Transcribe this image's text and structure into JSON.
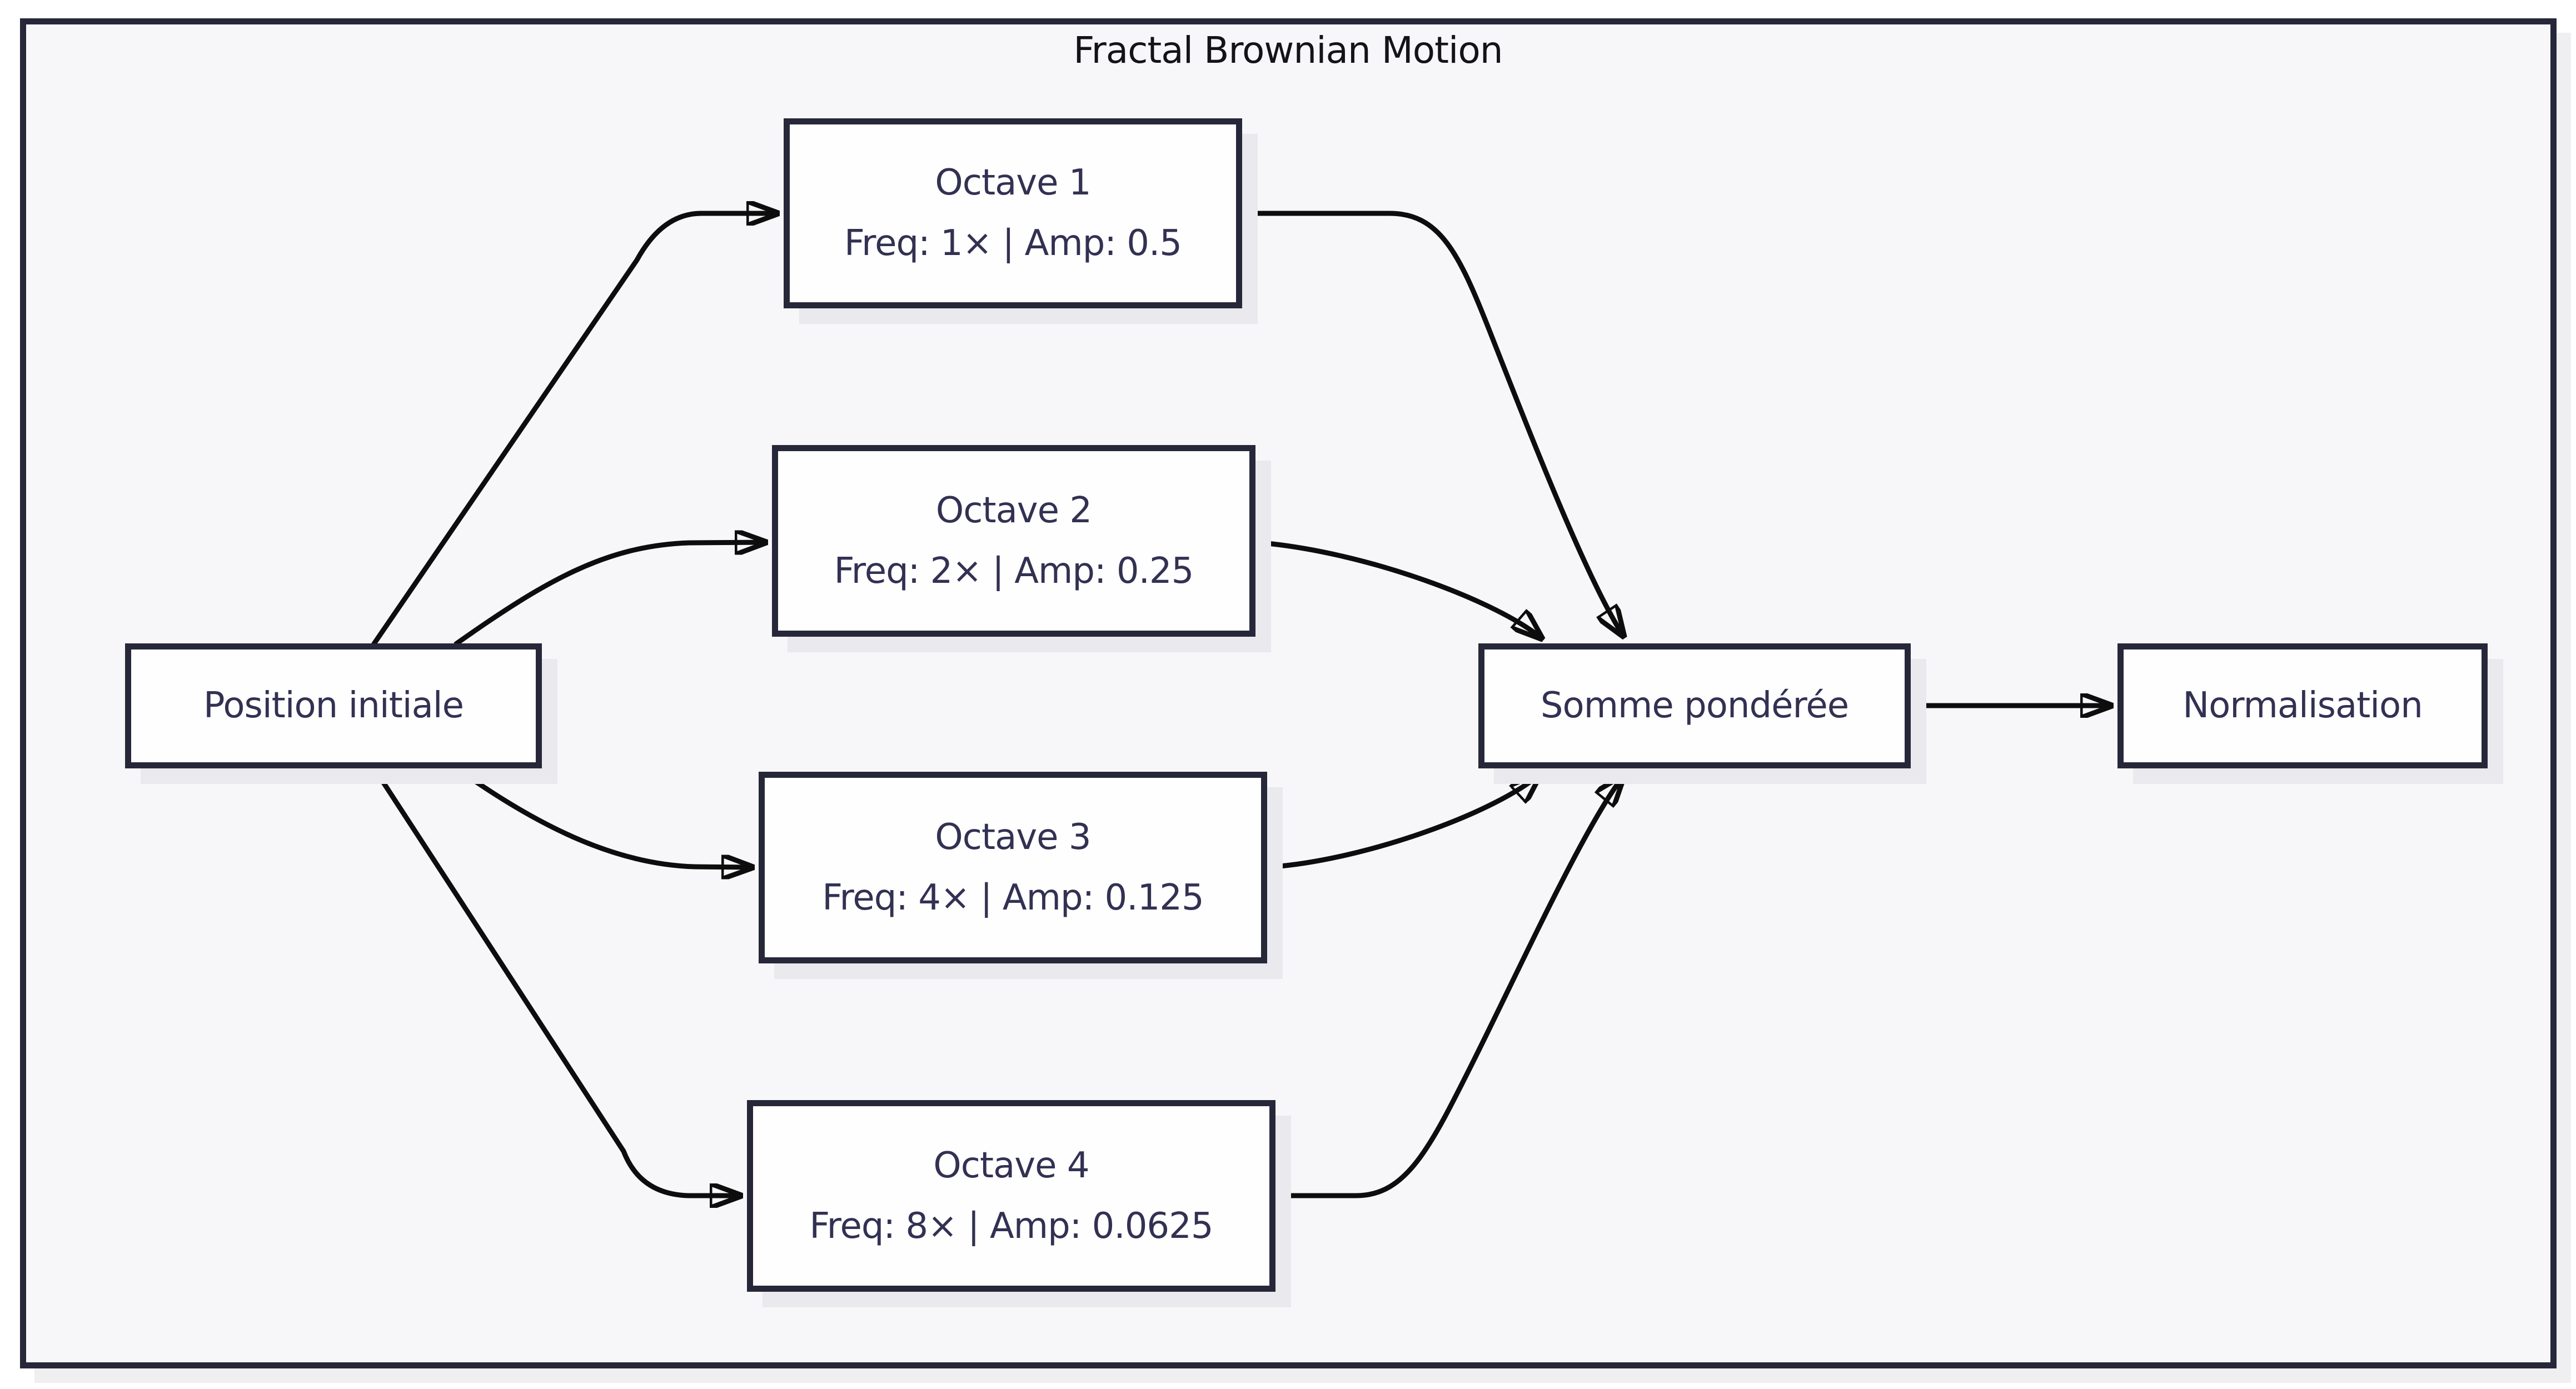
{
  "diagram": {
    "title": "Fractal Brownian Motion",
    "nodes": {
      "position_initiale": {
        "label": "Position initiale"
      },
      "octave1": {
        "label": "Octave 1",
        "sublabel": "Freq: 1× | Amp: 0.5"
      },
      "octave2": {
        "label": "Octave 2",
        "sublabel": "Freq: 2× | Amp: 0.25"
      },
      "octave3": {
        "label": "Octave 3",
        "sublabel": "Freq: 4× | Amp: 0.125"
      },
      "octave4": {
        "label": "Octave 4",
        "sublabel": "Freq: 8× | Amp: 0.0625"
      },
      "somme_ponderee": {
        "label": "Somme pondérée"
      },
      "normalisation": {
        "label": "Normalisation"
      }
    },
    "edges": [
      {
        "from": "position_initiale",
        "to": "octave1"
      },
      {
        "from": "position_initiale",
        "to": "octave2"
      },
      {
        "from": "position_initiale",
        "to": "octave3"
      },
      {
        "from": "position_initiale",
        "to": "octave4"
      },
      {
        "from": "octave1",
        "to": "somme_ponderee"
      },
      {
        "from": "octave2",
        "to": "somme_ponderee"
      },
      {
        "from": "octave3",
        "to": "somme_ponderee"
      },
      {
        "from": "octave4",
        "to": "somme_ponderee"
      },
      {
        "from": "somme_ponderee",
        "to": "normalisation"
      }
    ],
    "colors": {
      "frame_border": "#27273a",
      "node_border": "#27273a",
      "node_fill": "#fefeff",
      "background_inner": "#f7f7fa",
      "background_outer": "#ffffff",
      "arrow": "#0d0d0d",
      "shadow": "#e9e9ee",
      "text": "#333152",
      "title_text": "#131318"
    }
  }
}
